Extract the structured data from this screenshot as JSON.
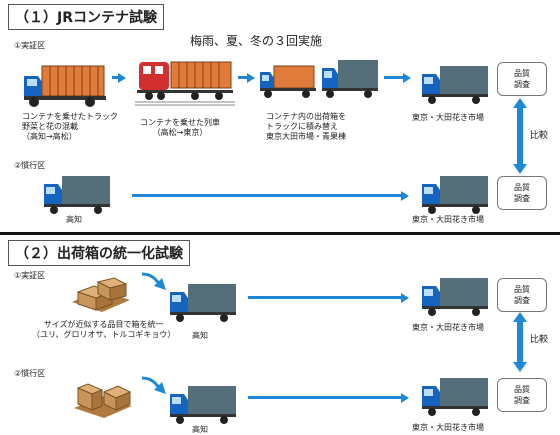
{
  "section1": {
    "title": "（１）JRコンテナ試験",
    "note": "梅雨、夏、冬の３回実施",
    "region_test": "①実証区",
    "region_conv": "②慣行区",
    "captions": {
      "truck_container": "コンテナを乗せたトラック\n野菜と花の混載\n（高知→高松）",
      "train": "コンテナを乗せた列車\n（高松→東京）",
      "transfer": "コンテナ内の出荷箱を\nトラックに積み替え\n東京大田市場・青果棟",
      "dest_test": "東京・大田花き市場",
      "origin_conv": "高知",
      "dest_conv": "東京・大田花き市場"
    },
    "box_test": "品質\n調査",
    "box_conv": "品質\n調査",
    "compare": "比較"
  },
  "section2": {
    "title": "（２）出荷箱の統一化試験",
    "region_test": "①実証区",
    "region_conv": "②慣行区",
    "captions": {
      "boxes": "サイズが近似する品目で箱を統一\n（ユリ、グロリオサ、トルコギキョウ）",
      "origin_test": "高知",
      "dest_test": "東京・大田花き市場",
      "origin_conv": "高知",
      "dest_conv": "東京・大田花き市場"
    },
    "box_test": "品質\n調査",
    "box_conv": "品質\n調査",
    "compare": "比較"
  },
  "colors": {
    "arrow": "#1e88d6",
    "truck": "#1565c0",
    "container": "#e07b39",
    "train": "#d32f2f",
    "cardboard": "#c8955a"
  },
  "icons": [
    "truck-icon",
    "container-truck-icon",
    "freight-train-icon",
    "cardboard-boxes-icon",
    "arrow-right-icon",
    "double-arrow-icon"
  ]
}
